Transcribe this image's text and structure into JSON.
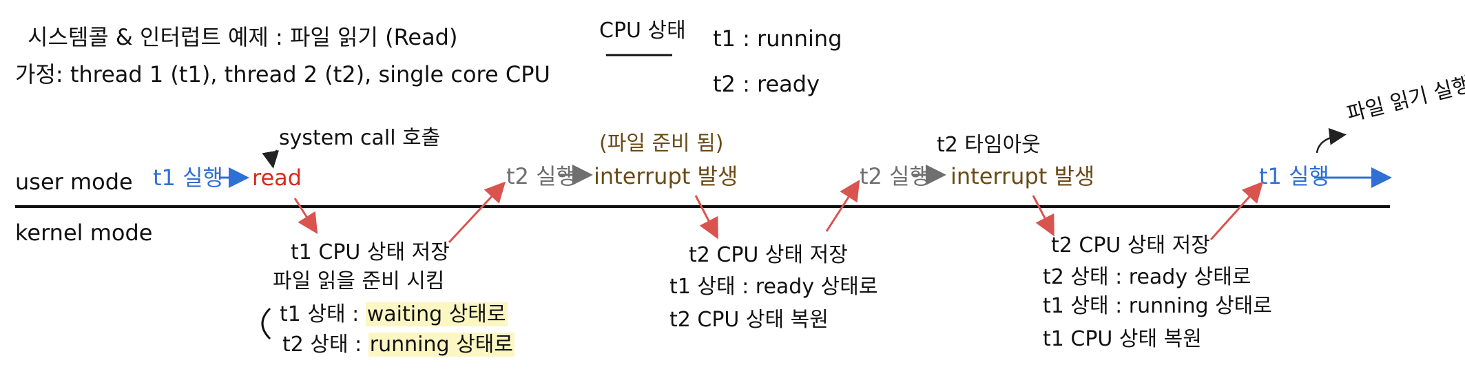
{
  "title": "시스템콜 & 인터럽트 예제 : 파일 읽기 (Read)",
  "assumption": "가정: thread 1 (t1), thread 2 (t2), single core CPU",
  "cpu_state": {
    "heading": "CPU 상태",
    "t1": "t1 : running",
    "t2": "t2 : ready"
  },
  "modes": {
    "user": "user mode",
    "kernel": "kernel mode"
  },
  "user_row": {
    "t1_run": "t1 실행",
    "read": "read",
    "syscall_note": "system call 호출",
    "t2_run_1": "t2 실행",
    "interrupt_1": "interrupt 발생",
    "file_ready_note": "(파일 준비 됨)",
    "t2_run_2": "t2 실행",
    "interrupt_2": "interrupt 발생",
    "timeout_note": "t2 타임아웃",
    "t1_run_final": "t1 실행",
    "file_read_exec_note": "파일 읽기 실행"
  },
  "kernel_block_1": {
    "line1": "t1  CPU 상태 저장",
    "line2": "파일 읽을 준비 시킴",
    "line3_prefix": "t1 상태 : ",
    "line3_value": "waiting 상태로",
    "line4_prefix": "t2 상태 : ",
    "line4_value": "running 상태로"
  },
  "kernel_block_2": {
    "line1": "t2  CPU 상태 저장",
    "line2": "t1 상태 : ready 상태로",
    "line3": "t2  CPU 상태 복원"
  },
  "kernel_block_3": {
    "line1": "t2  CPU 상태 저장",
    "line2": "t2 상태 : ready 상태로",
    "line3": "t1 상태 : running 상태로",
    "line4": "t1  CPU 상태 복원"
  },
  "colors": {
    "t1": "#2f6fd6",
    "read": "#d92a1c",
    "t2": "#6f6f6f",
    "interrupt": "#6a4a14",
    "arrow": "#d9534f",
    "highlight": "#fbf6c2"
  }
}
